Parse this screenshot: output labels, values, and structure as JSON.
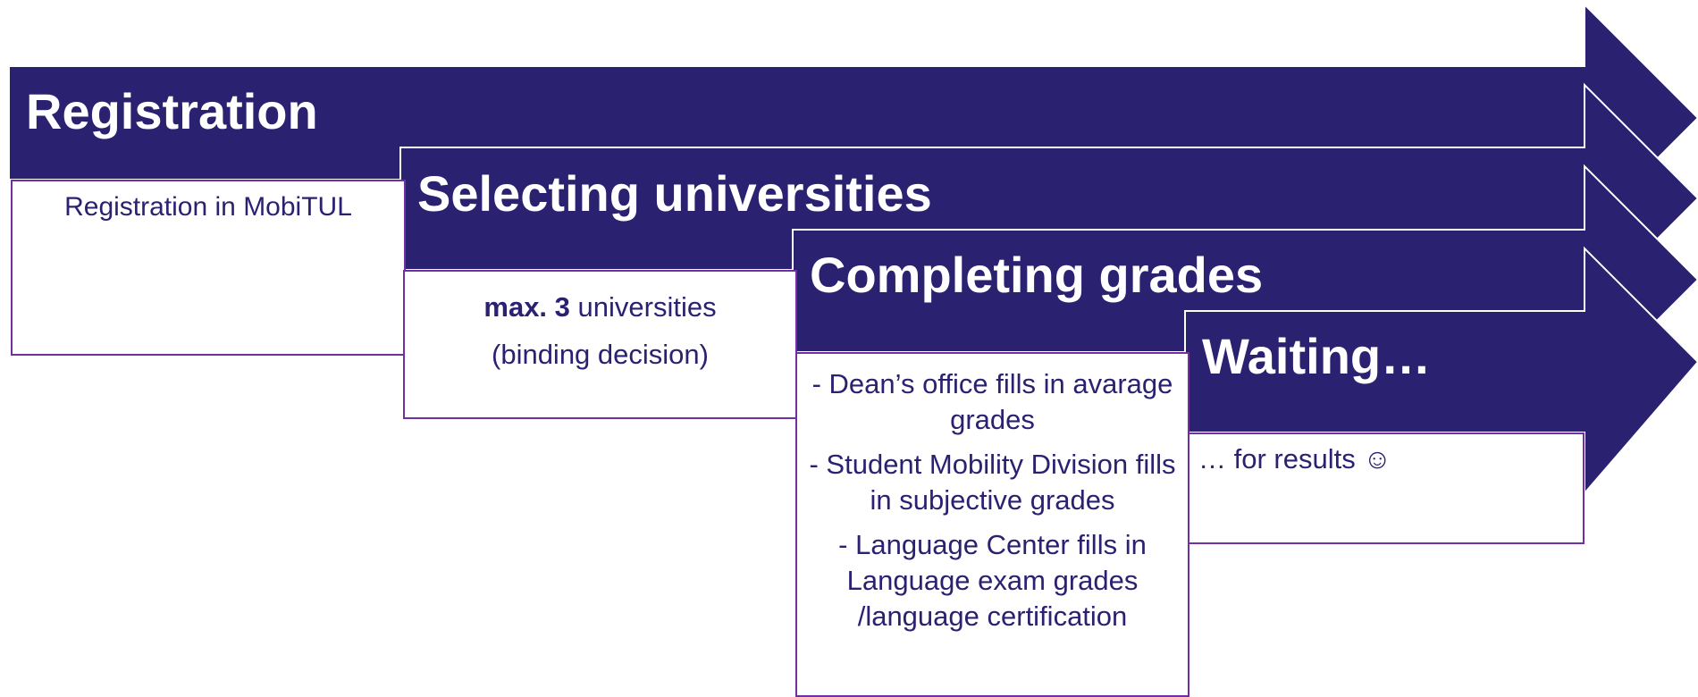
{
  "colors": {
    "band": "#2a2271",
    "box_border": "#7030a0",
    "text": "#2a2271",
    "title": "#ffffff"
  },
  "steps": [
    {
      "title": "Registration",
      "body": [
        "Registration in MobiTUL"
      ]
    },
    {
      "title": "Selecting universities",
      "body_bold": "max. 3",
      "body_rest": " universities",
      "body2": "(binding decision)"
    },
    {
      "title": "Completing grades",
      "body": [
        "- Dean’s office fills in avarage grades",
        "- Student Mobility Division fills in subjective grades",
        "- Language Center fills in Language exam grades /language certification"
      ]
    },
    {
      "title": "Waiting…",
      "body": [
        "… for results ☺"
      ]
    }
  ]
}
